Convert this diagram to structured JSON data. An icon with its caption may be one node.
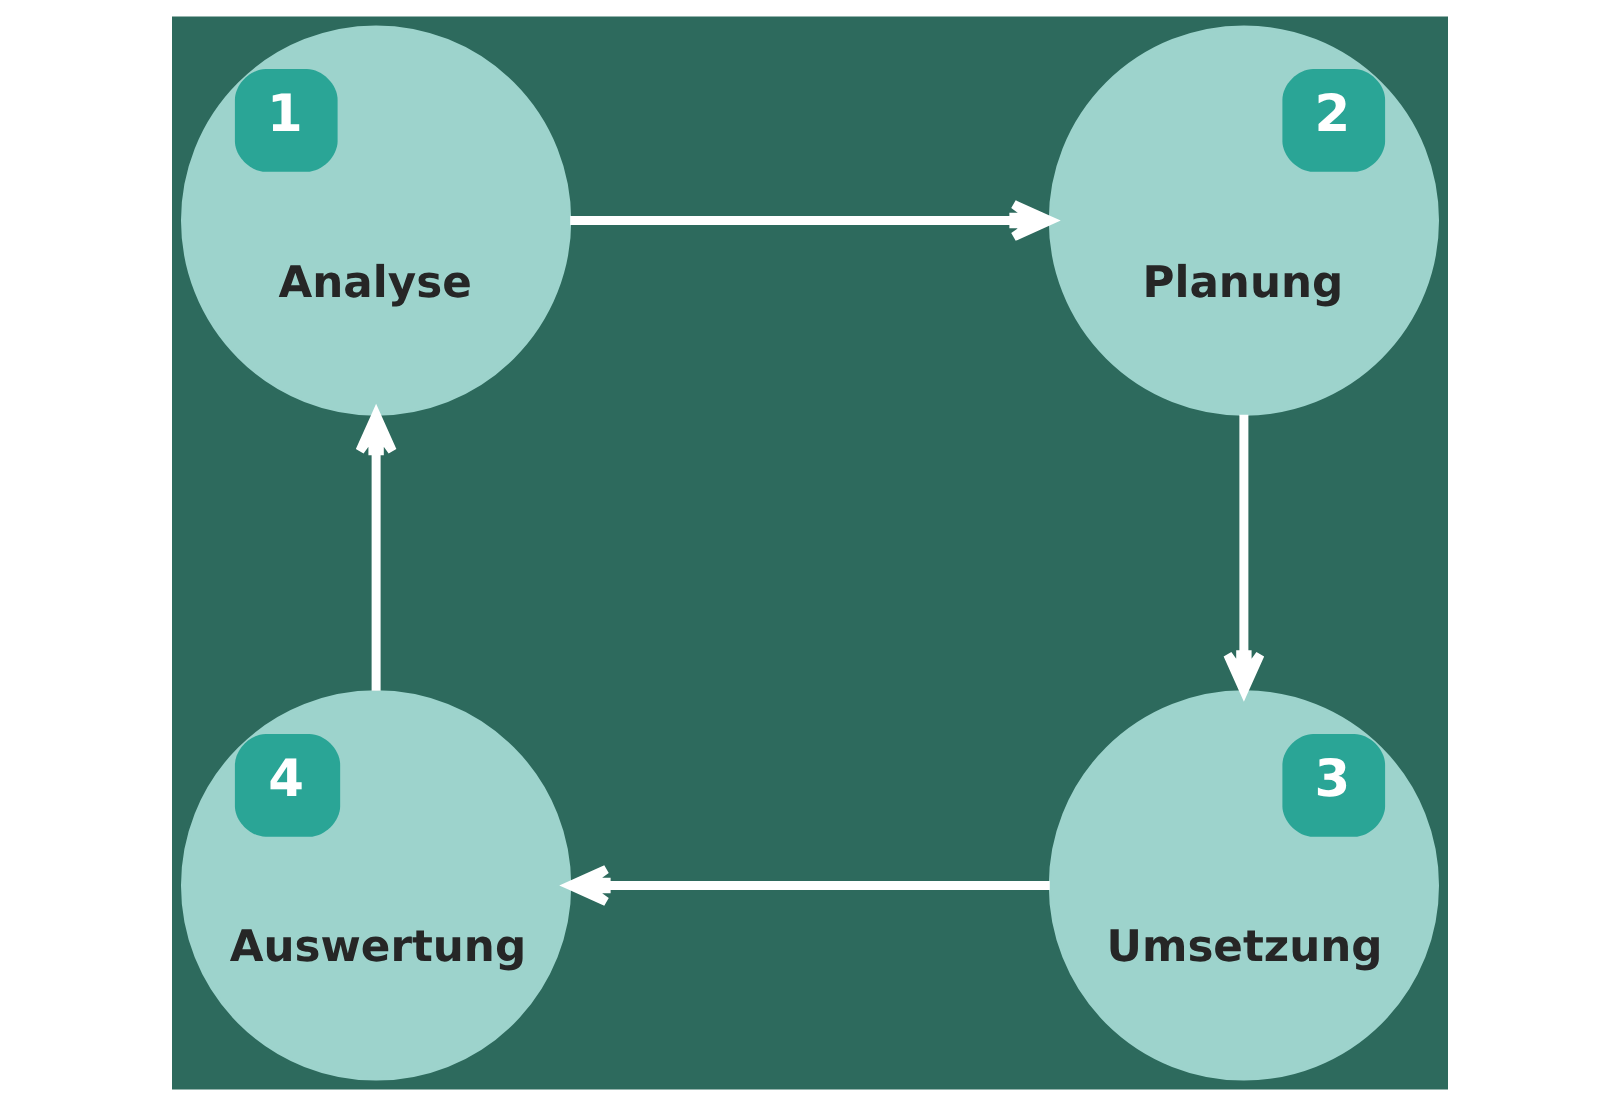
{
  "diagram": {
    "nodes": [
      {
        "text": [
          "1",
          "Analyse"
        ]
      },
      {
        "text": [
          "2",
          "Planung"
        ]
      },
      {
        "text": [
          "3",
          "Umsetzung"
        ]
      },
      {
        "text": [
          "4",
          "Auswertung"
        ]
      }
    ],
    "edges": [
      {
        "from": 0,
        "to": 1,
        "arrow": "to"
      },
      {
        "from": 1,
        "to": 2,
        "arrow": "to"
      },
      {
        "from": 2,
        "to": 3,
        "arrow": "to"
      },
      {
        "from": 3,
        "to": 0,
        "arrow": "to"
      }
    ]
  }
}
